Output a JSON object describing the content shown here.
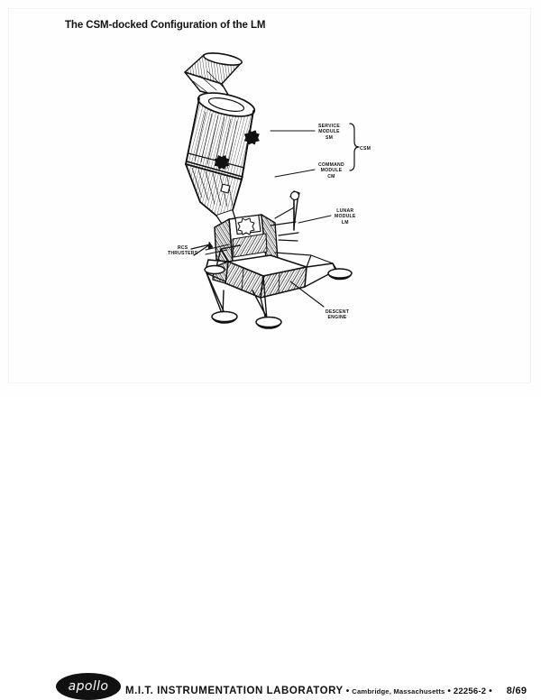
{
  "document": {
    "title": "The CSM-docked Configuration of the LM",
    "background_color": "#ffffff",
    "ink_color": "#111111"
  },
  "diagram": {
    "name": "apollo-csm-lm-docked-configuration",
    "callouts": [
      {
        "id": "service-module",
        "text": "SERVICE\nMODULE\nSM"
      },
      {
        "id": "command-module",
        "text": "COMMAND\nMODULE\nCM"
      },
      {
        "id": "csm-brace",
        "text": "CSM"
      },
      {
        "id": "lunar-module",
        "text": "LUNAR\nMODULE\nLM"
      },
      {
        "id": "rcs-thrusters",
        "text": "RCS\nTHRUSTERS"
      },
      {
        "id": "descent-engine",
        "text": "DESCENT\nENGINE"
      }
    ]
  },
  "footer": {
    "logo_text": "apollo",
    "organization": "M.I.T. INSTRUMENTATION LABORATORY",
    "separator": "•",
    "location": "Cambridge, Massachusetts",
    "document_number": "22256-2",
    "date": "8/69"
  }
}
